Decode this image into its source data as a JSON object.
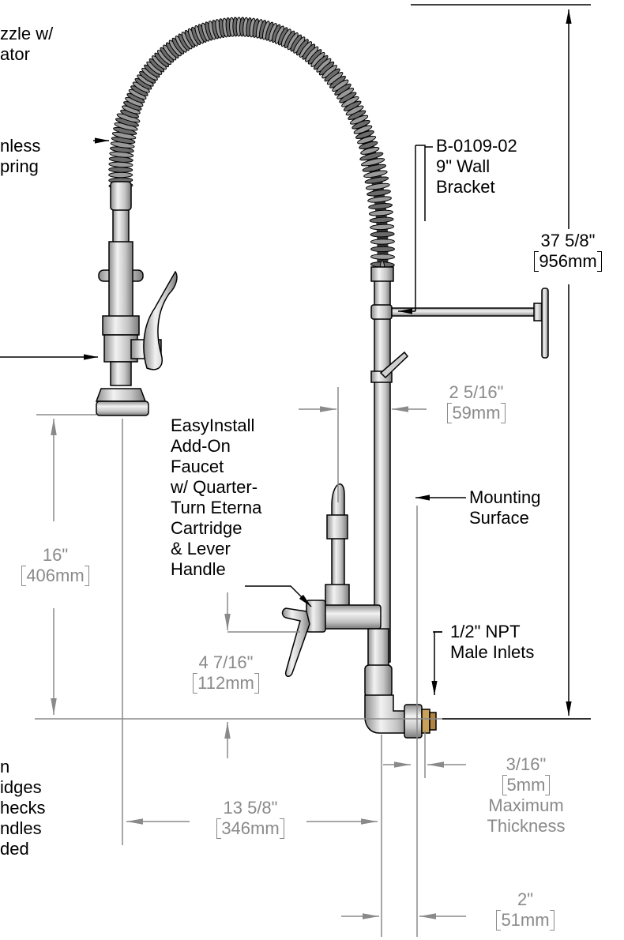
{
  "labels": {
    "nozzle_line1": "zzle w/",
    "nozzle_line2": "ator",
    "spring_line1": "nless",
    "spring_line2": "pring",
    "bracket_line1": "B-0109-02",
    "bracket_line2": "9\" Wall",
    "bracket_line3": "Bracket",
    "faucet_line1": "EasyInstall",
    "faucet_line2": "Add-On",
    "faucet_line3": "Faucet",
    "faucet_line4": "w/ Quarter-",
    "faucet_line5": "Turn Eterna",
    "faucet_line6": "Cartridge",
    "faucet_line7": "& Lever",
    "faucet_line8": "Handle",
    "mounting_line1": "Mounting",
    "mounting_line2": "Surface",
    "inlet_line1": "1/2\" NPT",
    "inlet_line2": "Male Inlets",
    "note_line1": "n",
    "note_line2": "idges",
    "note_line3": "hecks",
    "note_line4": "ndles",
    "note_line5": "ded"
  },
  "dimensions": {
    "height_total": "37 5/8\"",
    "height_total_mm": "956mm",
    "pipe_offset": "2 5/16\"",
    "pipe_offset_mm": "59mm",
    "spout_height": "16\"",
    "spout_height_mm": "406mm",
    "faucet_height": "4 7/16\"",
    "faucet_height_mm": "112mm",
    "reach": "13 5/8\"",
    "reach_mm": "346mm",
    "thickness": "3/16\"",
    "thickness_mm": "5mm",
    "thickness_note1": "Maximum",
    "thickness_note2": "Thickness",
    "inlet_offset": "2\"",
    "inlet_offset_mm": "51mm"
  },
  "colors": {
    "line": "#000000",
    "dimension": "#8a8a8a",
    "metal_light": "#e6e6e6",
    "metal_mid": "#bdbdbd",
    "metal_dark": "#555555",
    "brass": "#c9a15a"
  }
}
